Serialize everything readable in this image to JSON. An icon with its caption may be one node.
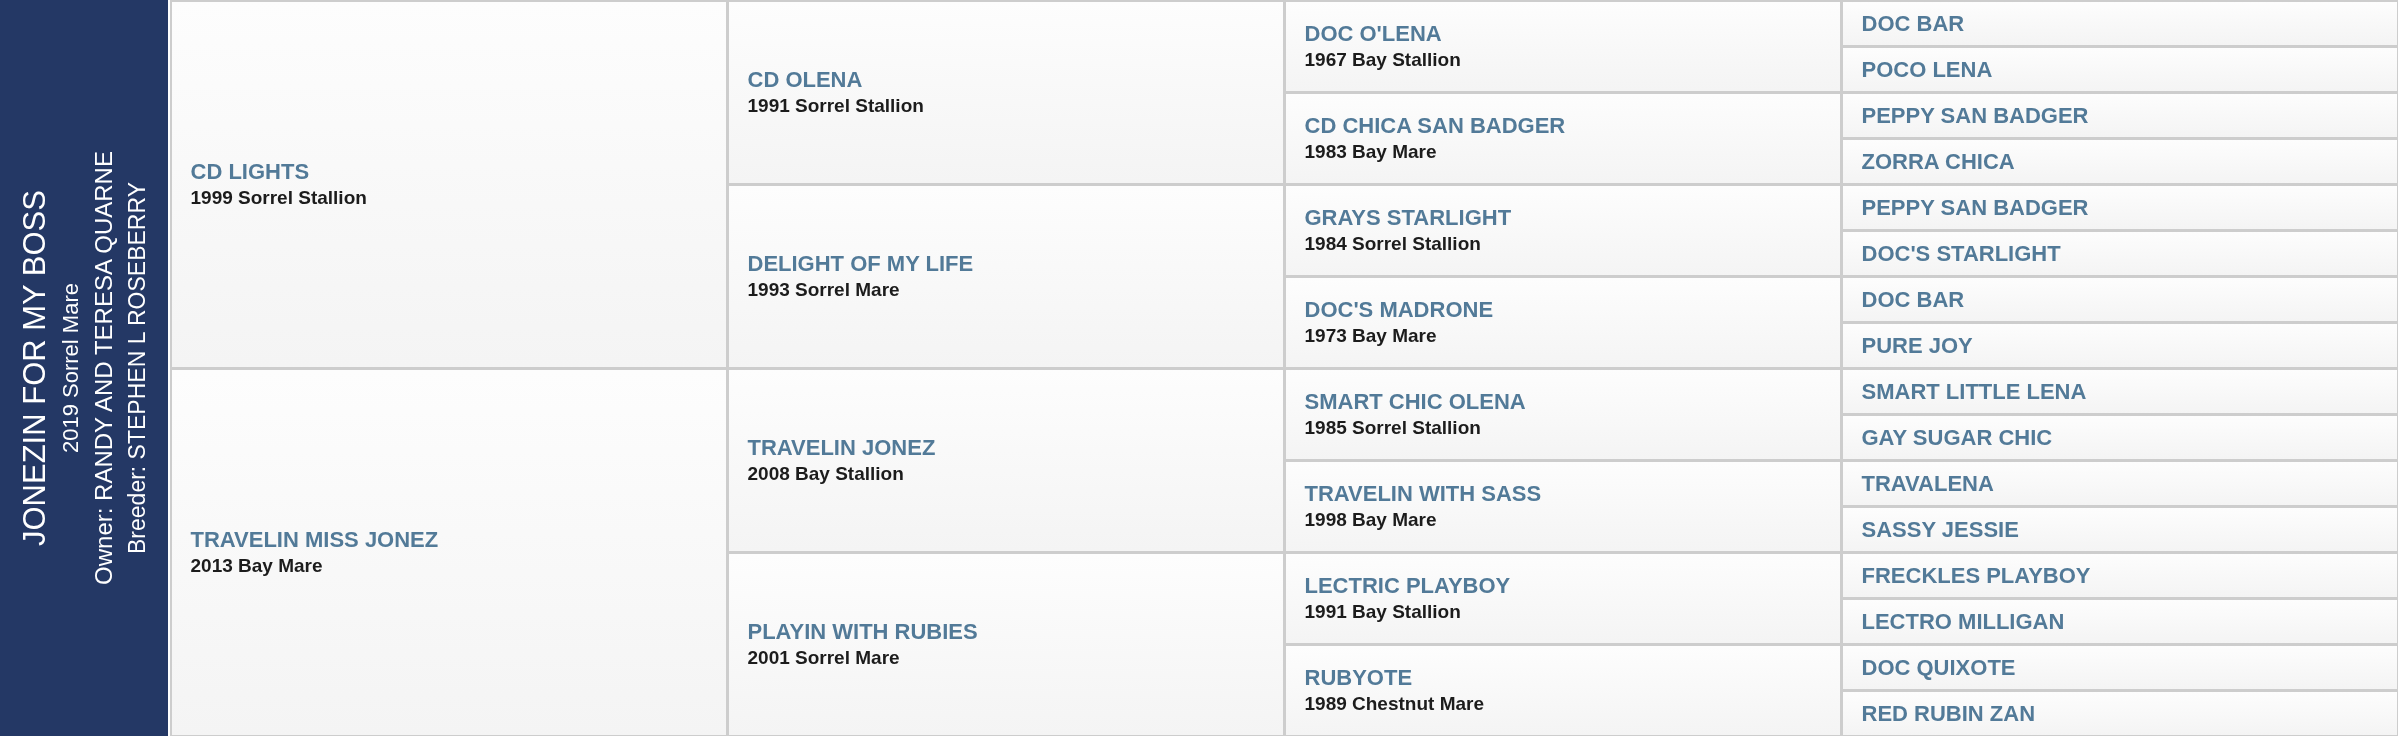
{
  "diagram": {
    "nodes": [
      {
        "text": [
          "JONEZIN FOR MY BOSS",
          "2019 Sorrel Mare",
          "Owner: RANDY AND TERESA QUARNE",
          "Breeder: STEPHEN L ROSEBERRY"
        ]
      },
      {
        "text": [
          "CD LIGHTS",
          "1999 Sorrel Stallion"
        ]
      },
      {
        "text": [
          "TRAVELIN MISS JONEZ",
          "2013 Bay Mare"
        ]
      },
      {
        "text": [
          "CD OLENA",
          "1991 Sorrel Stallion"
        ]
      },
      {
        "text": [
          "DELIGHT OF MY LIFE",
          "1993 Sorrel Mare"
        ]
      },
      {
        "text": [
          "TRAVELIN JONEZ",
          "2008 Bay Stallion"
        ]
      },
      {
        "text": [
          "PLAYIN WITH RUBIES",
          "2001 Sorrel Mare"
        ]
      },
      {
        "text": [
          "DOC O'LENA",
          "1967 Bay Stallion"
        ]
      },
      {
        "text": [
          "CD CHICA SAN BADGER",
          "1983 Bay Mare"
        ]
      },
      {
        "text": [
          "GRAYS STARLIGHT",
          "1984 Sorrel Stallion"
        ]
      },
      {
        "text": [
          "DOC'S MADRONE",
          "1973 Bay Mare"
        ]
      },
      {
        "text": [
          "SMART CHIC OLENA",
          "1985 Sorrel Stallion"
        ]
      },
      {
        "text": [
          "TRAVELIN WITH SASS",
          "1998 Bay Mare"
        ]
      },
      {
        "text": [
          "LECTRIC PLAYBOY",
          "1991 Bay Stallion"
        ]
      },
      {
        "text": [
          "RUBYOTE",
          "1989 Chestnut Mare"
        ]
      },
      {
        "text": [
          "DOC BAR"
        ]
      },
      {
        "text": [
          "POCO LENA"
        ]
      },
      {
        "text": [
          "PEPPY SAN BADGER"
        ]
      },
      {
        "text": [
          "ZORRA CHICA"
        ]
      },
      {
        "text": [
          "PEPPY SAN BADGER"
        ]
      },
      {
        "text": [
          "DOC'S STARLIGHT"
        ]
      },
      {
        "text": [
          "DOC BAR"
        ]
      },
      {
        "text": [
          "PURE JOY"
        ]
      },
      {
        "text": [
          "SMART LITTLE LENA"
        ]
      },
      {
        "text": [
          "GAY SUGAR CHIC"
        ]
      },
      {
        "text": [
          "TRAVALENA"
        ]
      },
      {
        "text": [
          "SASSY JESSIE"
        ]
      },
      {
        "text": [
          "FRECKLES PLAYBOY"
        ]
      },
      {
        "text": [
          "LECTRO MILLIGAN"
        ]
      },
      {
        "text": [
          "DOC QUIXOTE"
        ]
      },
      {
        "text": [
          "RED RUBIN ZAN"
        ]
      }
    ]
  }
}
